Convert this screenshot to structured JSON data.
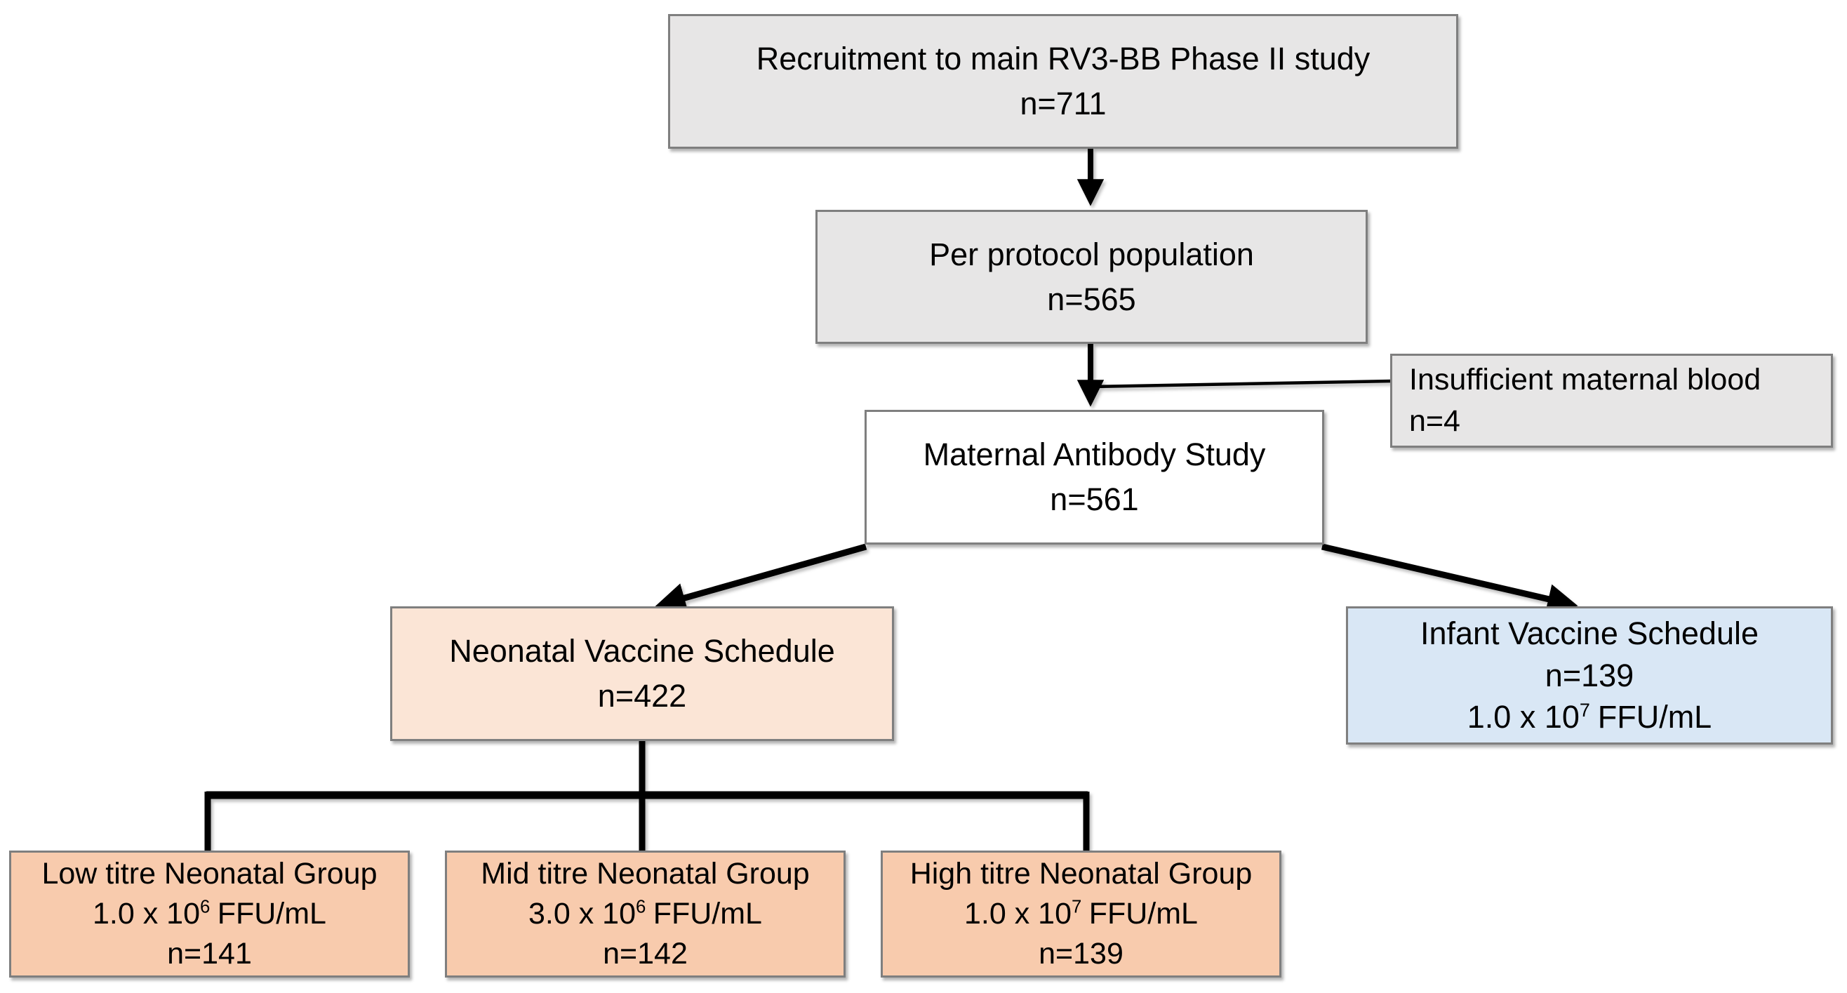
{
  "boxes": {
    "recruitment": {
      "title": "Recruitment to main RV3-BB Phase II study",
      "n": "n=711"
    },
    "per_protocol": {
      "title": "Per protocol population",
      "n": "n=565"
    },
    "insufficient": {
      "title": "Insufficient maternal blood",
      "n": "n=4"
    },
    "maternal": {
      "title": "Maternal Antibody Study",
      "n": "n=561"
    },
    "neonatal": {
      "title": "Neonatal Vaccine Schedule",
      "n": "n=422"
    },
    "infant": {
      "title": "Infant Vaccine Schedule",
      "n": "n=139",
      "titre": {
        "base": "1.0 x 10",
        "exp": "7",
        "unit": "FFU/mL"
      }
    },
    "low_titre": {
      "title": "Low titre Neonatal Group",
      "titre": {
        "base": "1.0 x 10",
        "exp": "6",
        "unit": "FFU/mL"
      },
      "n": "n=141"
    },
    "mid_titre": {
      "title": "Mid titre Neonatal Group",
      "titre": {
        "base": "3.0 x 10",
        "exp": "6",
        "unit": "FFU/mL"
      },
      "n": "n=142"
    },
    "high_titre": {
      "title": "High titre Neonatal Group",
      "titre": {
        "base": "1.0 x 10",
        "exp": "7",
        "unit": "FFU/mL"
      },
      "n": "n=139"
    }
  },
  "edges": [
    {
      "from": "recruitment",
      "to": "per_protocol",
      "type": "arrow"
    },
    {
      "from": "per_protocol",
      "to": "maternal",
      "type": "arrow"
    },
    {
      "from": "per_protocol",
      "to": "insufficient",
      "type": "line"
    },
    {
      "from": "maternal",
      "to": "neonatal",
      "type": "arrow"
    },
    {
      "from": "maternal",
      "to": "infant",
      "type": "arrow"
    },
    {
      "from": "neonatal",
      "to": "low_titre",
      "type": "line"
    },
    {
      "from": "neonatal",
      "to": "mid_titre",
      "type": "line"
    },
    {
      "from": "neonatal",
      "to": "high_titre",
      "type": "line"
    }
  ],
  "palette": {
    "gray_box": "#e7e6e6",
    "white_box": "#ffffff",
    "peach_box": "#fbe5d6",
    "blue_box": "#d9e7f5",
    "salmon_box": "#f8cbad",
    "border": "#7f7f7f",
    "connector": "#000000"
  }
}
